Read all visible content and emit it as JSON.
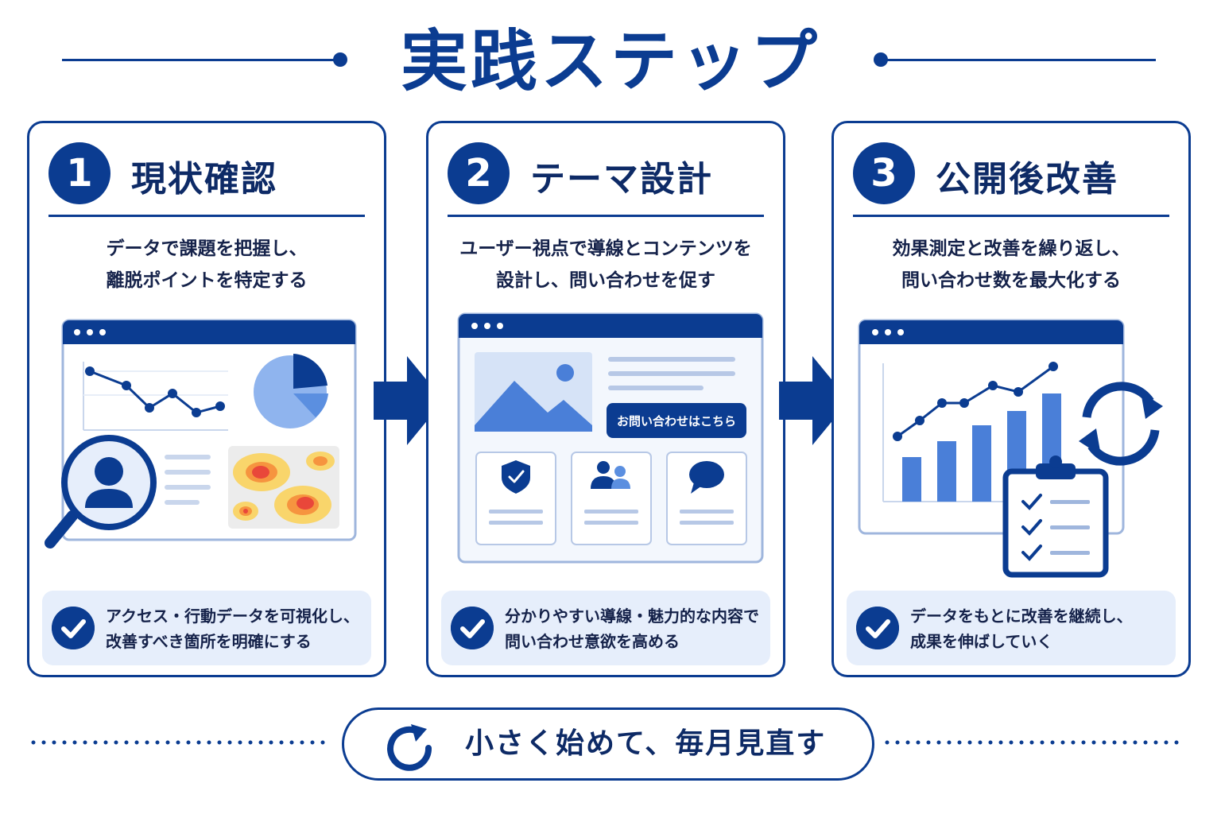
{
  "title": "実践ステップ",
  "colors": {
    "primary": "#0b3c91",
    "accent": "#4a7fd8",
    "light": "#e6eefb"
  },
  "steps": [
    {
      "number": "1",
      "title": "現状確認",
      "desc": [
        "データで課題を把握し、",
        "離脱ポイントを特定する"
      ],
      "check": [
        "アクセス・行動データを可視化し、",
        "改善すべき箇所を明確にする"
      ],
      "illustration": "analytics-dashboard"
    },
    {
      "number": "2",
      "title": "テーマ設計",
      "desc": [
        "ユーザー視点で導線とコンテンツを",
        "設計し、問い合わせを促す"
      ],
      "button_label": "お問い合わせはこちら",
      "check": [
        "分かりやすい導線・魅力的な内容で",
        "問い合わせ意欲を高める"
      ],
      "illustration": "website-wireframe"
    },
    {
      "number": "3",
      "title": "公開後改善",
      "desc": [
        "効果測定と改善を繰り返し、",
        "問い合わせ数を最大化する"
      ],
      "check": [
        "データをもとに改善を継続し、",
        "成果を伸ばしていく"
      ],
      "illustration": "growth-chart"
    }
  ],
  "footer": {
    "text": "小さく始めて、毎月見直す",
    "icon": "refresh-icon"
  }
}
